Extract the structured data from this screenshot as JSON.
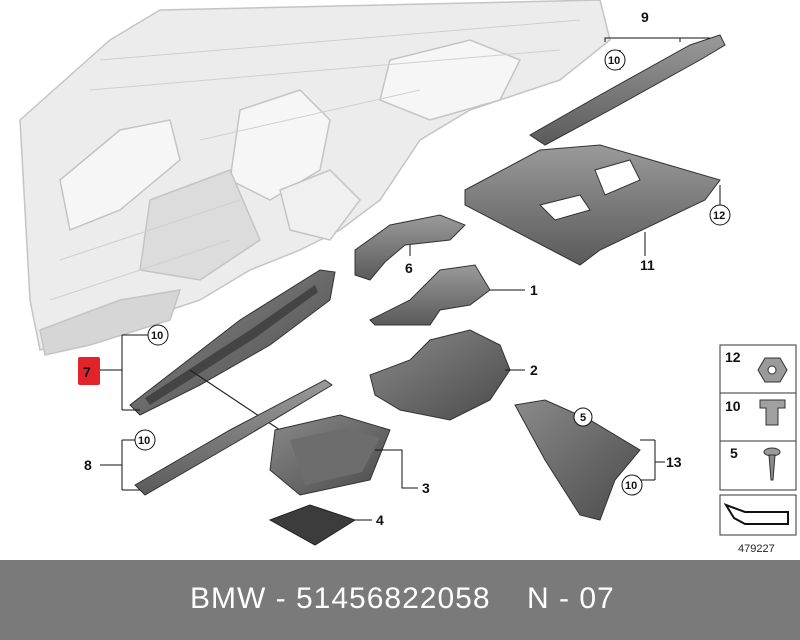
{
  "callouts": {
    "c1": "1",
    "c2": "2",
    "c3": "3",
    "c4": "4",
    "c6": "6",
    "c7": "7",
    "c8": "8",
    "c9": "9",
    "c11": "11",
    "c12": "12",
    "c13": "13"
  },
  "circled": {
    "c10_part9": "10",
    "c10_part7": "10",
    "c10_part8": "10",
    "c12_part11": "12",
    "c5_part13": "5",
    "c10_part13": "10"
  },
  "legend": {
    "items": [
      {
        "label": "12",
        "icon": "hex-nut-icon"
      },
      {
        "label": "10",
        "icon": "clip-nut-icon"
      },
      {
        "label": "5",
        "icon": "screw-icon"
      }
    ],
    "arrow_icon": "direction-arrow-icon",
    "reference": "479227"
  },
  "footer": {
    "brand_part": "BMW - 51456822058",
    "group": "N - 07"
  },
  "colors": {
    "highlight": "#e2232a",
    "footer_bg": "#7a7a7a",
    "part_dark": "#5c5c5c",
    "dash_light": "#e6e6e6"
  }
}
